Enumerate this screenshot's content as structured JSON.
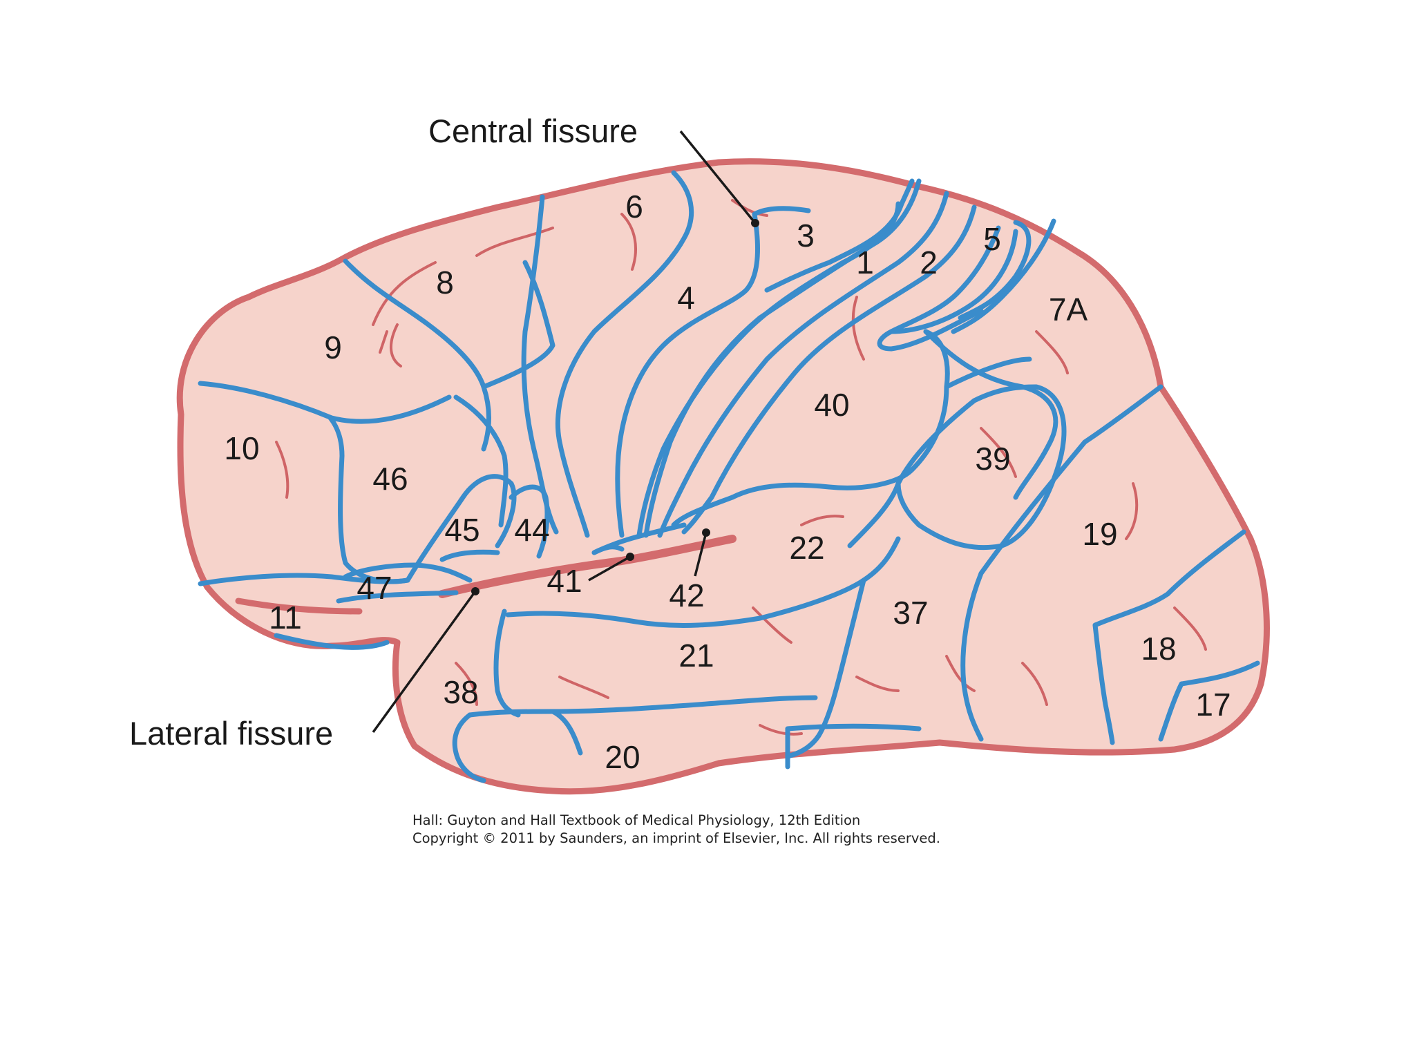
{
  "diagram": {
    "colors": {
      "cortex_fill": "#f6d3cb",
      "outline": "#d36b6d",
      "gyrus_lines": "#3a8ccb",
      "vessel": "#cf6466",
      "pointer": "#1a1a1a"
    },
    "fissures": {
      "central": "Central fissure",
      "lateral": "Lateral fissure"
    },
    "areas": [
      "6",
      "3",
      "1",
      "2",
      "5",
      "8",
      "4",
      "7A",
      "9",
      "40",
      "10",
      "46",
      "39",
      "45",
      "44",
      "22",
      "19",
      "41",
      "47",
      "42",
      "37",
      "11",
      "21",
      "18",
      "38",
      "17",
      "20"
    ]
  },
  "credit": {
    "line1": "Hall: Guyton and Hall Textbook of Medical Physiology, 12th Edition",
    "line2": "Copyright © 2011 by Saunders, an imprint of Elsevier, Inc. All rights reserved."
  }
}
